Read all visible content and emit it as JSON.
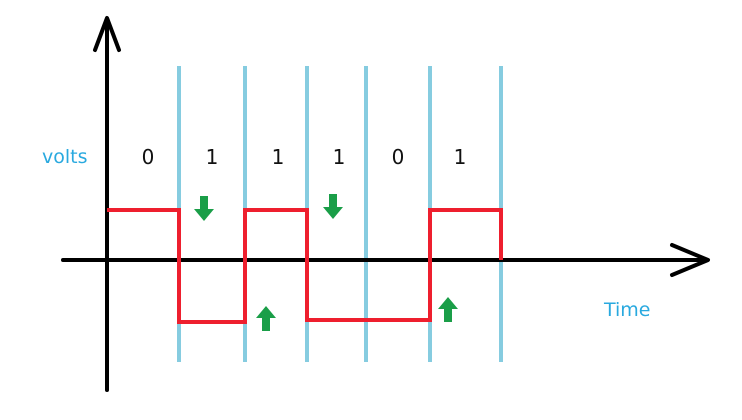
{
  "labels": {
    "y_axis": "volts",
    "x_axis": "Time"
  },
  "bits": [
    "0",
    "1",
    "1",
    "1",
    "0",
    "1"
  ],
  "transitions": [
    "down",
    "up",
    "down",
    "up"
  ],
  "colors": {
    "axis": "#000000",
    "grid": "#86cce0",
    "signal": "#ee1f2e",
    "arrow": "#1a9e48",
    "label": "#29a9df",
    "bit": "#111111"
  }
}
